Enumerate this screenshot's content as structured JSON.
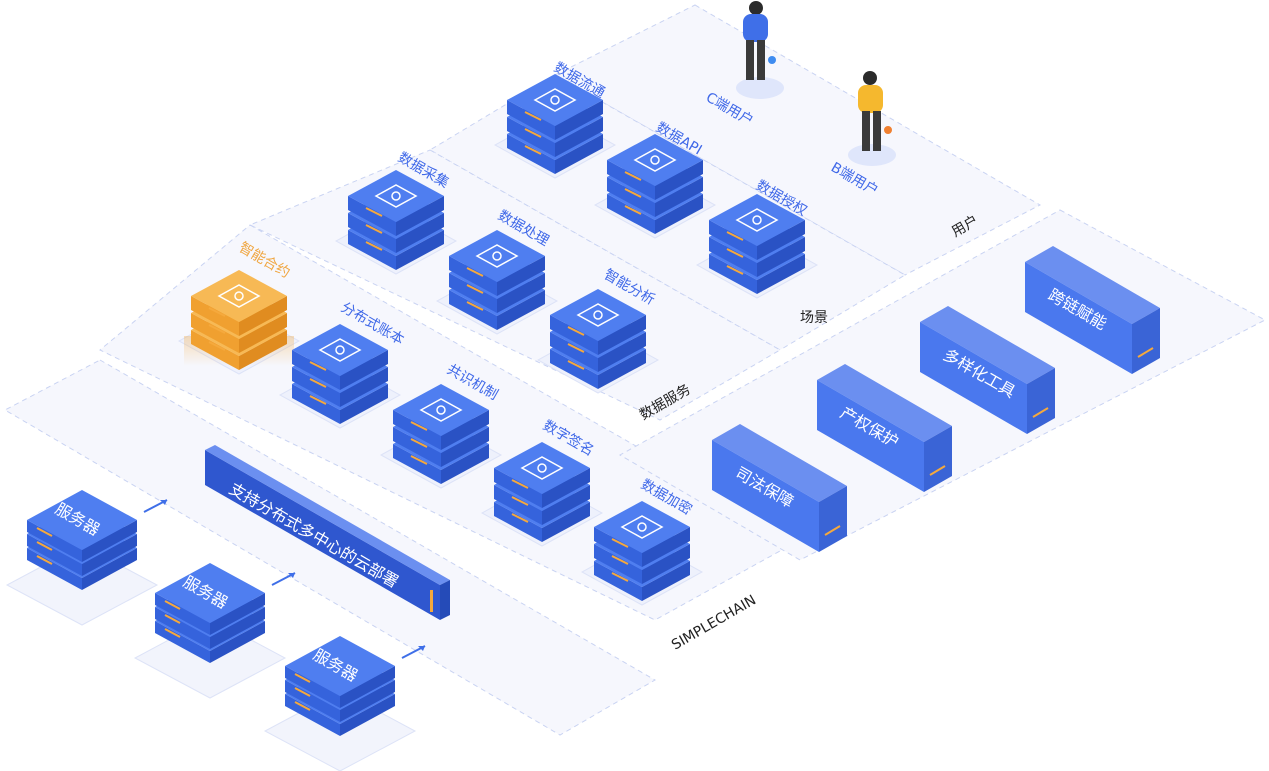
{
  "layers": {
    "user": "用户",
    "scene": "场景",
    "data_service": "数据服务",
    "simplechain": "SIMPLECHAIN"
  },
  "users": {
    "c_user": "C端用户",
    "b_user": "B端用户"
  },
  "scene_items": {
    "data_flow": "数据流通",
    "data_api": "数据API",
    "data_auth": "数据授权"
  },
  "service_items": {
    "data_collect": "数据采集",
    "data_process": "数据处理",
    "smart_analysis": "智能分析"
  },
  "chain_items": {
    "smart_contract": "智能合约",
    "distributed_ledger": "分布式账本",
    "consensus": "共识机制",
    "digital_signature": "数字签名",
    "data_encryption": "数据加密"
  },
  "right_blocks": {
    "cross_chain": "跨链赋能",
    "tools": "多样化工具",
    "ip_protection": "产权保护",
    "judicial": "司法保障"
  },
  "deploy": {
    "banner": "支持分布式多中心的云部署",
    "server_1": "服务器",
    "server_2": "服务器",
    "server_3": "服务器"
  },
  "colors": {
    "blue": "#3f6fe8",
    "blue_dark": "#2f57cf",
    "orange": "#f5a93d",
    "platform": "#f4f6fd",
    "dash": "#c9d3f2"
  },
  "icons": {
    "data_flow": "cube-flow-icon",
    "data_api": "hexagon-link-icon",
    "data_auth": "hexagon-icon",
    "data_collect": "collect-icon",
    "data_process": "gear-person-icon",
    "smart_analysis": "diamond-icon",
    "smart_contract": "contract-icon",
    "distributed_ledger": "ledger-icon",
    "consensus": "stack-icon",
    "digital_signature": "plus-icon",
    "data_encryption": "nodes-icon"
  }
}
